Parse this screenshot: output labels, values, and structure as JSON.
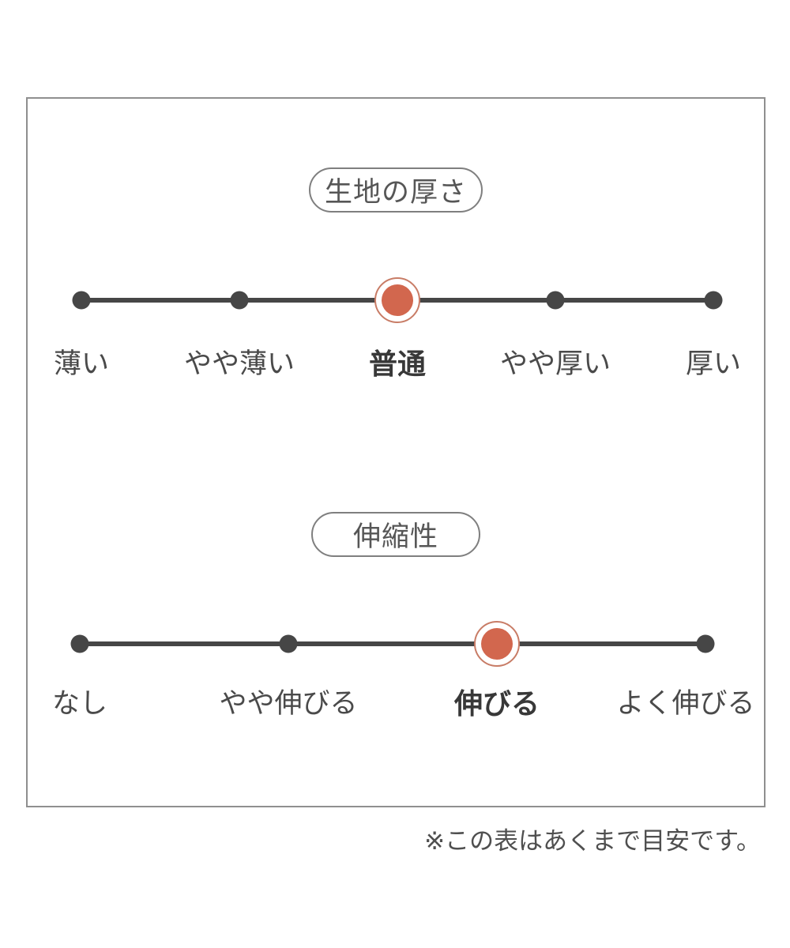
{
  "scales": [
    {
      "title": "生地の厚さ",
      "selected_index": 2,
      "selected_label": "普通",
      "points": [
        {
          "label": "薄い",
          "selected": false
        },
        {
          "label": "やや薄い",
          "selected": false
        },
        {
          "label": "普通",
          "selected": true
        },
        {
          "label": "やや厚い",
          "selected": false
        },
        {
          "label": "厚い",
          "selected": false
        }
      ]
    },
    {
      "title": "伸縮性",
      "selected_index": 2,
      "selected_label": "伸びる",
      "points": [
        {
          "label": "なし",
          "selected": false
        },
        {
          "label": "やや伸びる",
          "selected": false
        },
        {
          "label": "伸びる",
          "selected": true
        },
        {
          "label": "よく伸びる",
          "selected": false
        }
      ]
    }
  ],
  "note": "※この表はあくまで目安です。",
  "colors": {
    "accent": "#d2674e",
    "accent-ring": "#c87c66",
    "ink": "#464646",
    "label": "#4a4a4a",
    "panel-border": "#8f8f8f",
    "pill-border": "#7f7f7f"
  }
}
